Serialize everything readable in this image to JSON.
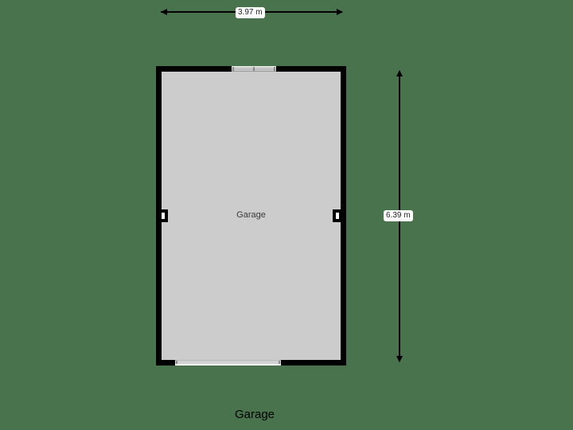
{
  "floorplan": {
    "title": "Garage",
    "background_color": "#48734c",
    "wall_color": "#000000",
    "floor_color": "#cccccc",
    "rooms": [
      {
        "name": "Garage"
      }
    ],
    "dimensions": {
      "width_label": "3.97 m",
      "depth_label": "6.39 m"
    },
    "openings": [
      {
        "type": "window",
        "wall": "top"
      },
      {
        "type": "garage-door",
        "wall": "bottom"
      }
    ]
  }
}
